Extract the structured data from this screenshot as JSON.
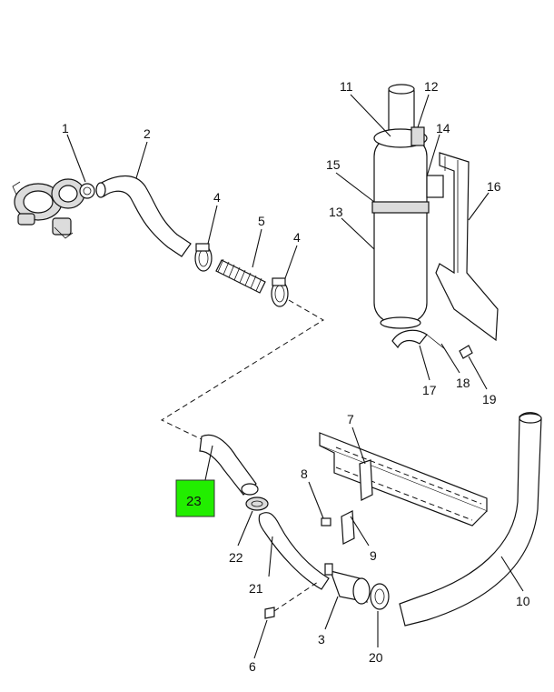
{
  "diagram": {
    "callouts": [
      "1",
      "2",
      "3",
      "4",
      "5",
      "4",
      "6",
      "7",
      "8",
      "9",
      "10",
      "11",
      "12",
      "13",
      "14",
      "15",
      "16",
      "17",
      "18",
      "19",
      "20",
      "21",
      "22",
      "23"
    ],
    "highlighted_callout": "23",
    "highlight_color": "#22ee00"
  }
}
